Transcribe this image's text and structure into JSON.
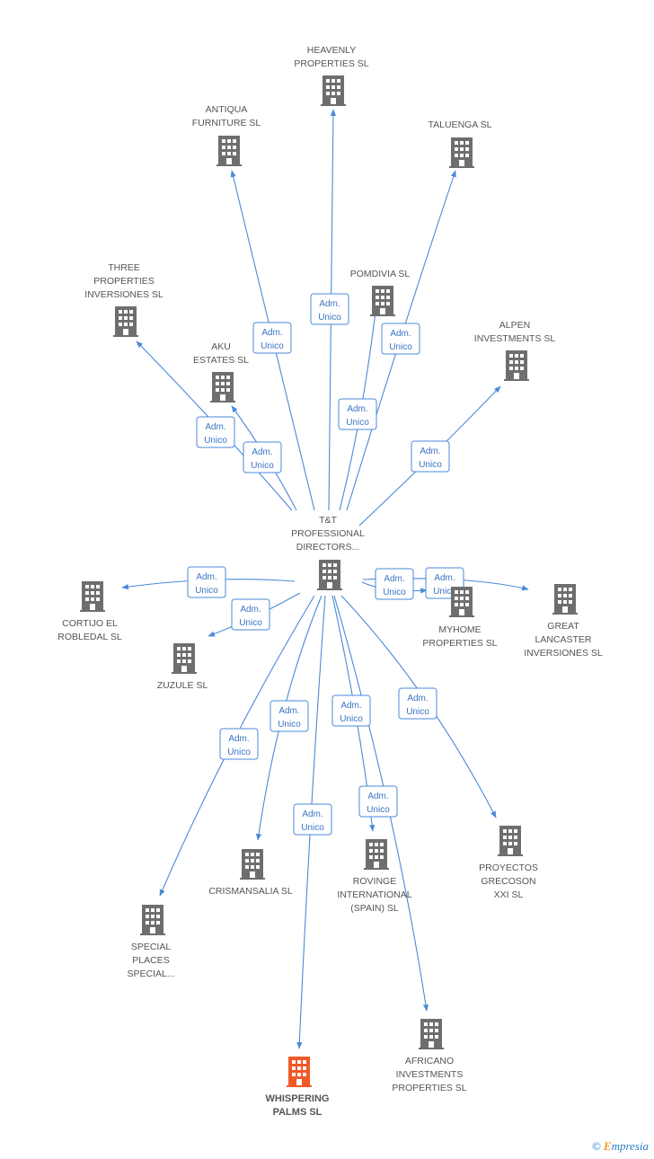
{
  "diagram": {
    "center": {
      "id": "tt",
      "label": [
        "T&T",
        "PROFESSIONAL",
        "DIRECTORS..."
      ]
    },
    "nodes": [
      {
        "id": "heavenly",
        "label": [
          "HEAVENLY",
          "PROPERTIES SL"
        ]
      },
      {
        "id": "antiqua",
        "label": [
          "ANTIQUA",
          "FURNITURE  SL"
        ]
      },
      {
        "id": "taluenga",
        "label": [
          "TALUENGA SL"
        ]
      },
      {
        "id": "three",
        "label": [
          "THREE",
          "PROPERTIES",
          "INVERSIONES SL"
        ]
      },
      {
        "id": "pomdivia",
        "label": [
          "POMDIVIA SL"
        ]
      },
      {
        "id": "alpen",
        "label": [
          "ALPEN",
          "INVESTMENTS SL"
        ]
      },
      {
        "id": "aku",
        "label": [
          "AKU",
          "ESTATES SL"
        ]
      },
      {
        "id": "cortijo",
        "label": [
          "CORTIJO EL",
          "ROBLEDAL SL"
        ]
      },
      {
        "id": "zuzule",
        "label": [
          "ZUZULE  SL"
        ]
      },
      {
        "id": "myhome",
        "label": [
          "MYHOME",
          "PROPERTIES SL"
        ]
      },
      {
        "id": "great",
        "label": [
          "GREAT",
          "LANCASTER",
          "INVERSIONES SL"
        ]
      },
      {
        "id": "proyectos",
        "label": [
          "PROYECTOS",
          "GRECOSON",
          "XXI SL"
        ]
      },
      {
        "id": "crismansalia",
        "label": [
          "CRISMANSALIA SL"
        ]
      },
      {
        "id": "rovinge",
        "label": [
          "ROVINGE",
          "INTERNATIONAL",
          "(SPAIN) SL"
        ]
      },
      {
        "id": "special",
        "label": [
          "SPECIAL",
          "PLACES",
          "SPECIAL..."
        ]
      },
      {
        "id": "africano",
        "label": [
          "AFRICANO",
          "INVESTMENTS",
          "PROPERTIES  SL"
        ]
      },
      {
        "id": "whispering",
        "label": [
          "WHISPERING",
          "PALMS SL"
        ],
        "highlight": true
      }
    ],
    "edge_label": [
      "Adm.",
      "Unico"
    ],
    "colors": {
      "edge": "#4a8ad8",
      "building": "#6e6e6e",
      "building_focus": "#f05a28"
    }
  },
  "brand": {
    "copyright": "©",
    "name_first": "E",
    "name_rest": "mpresia"
  }
}
